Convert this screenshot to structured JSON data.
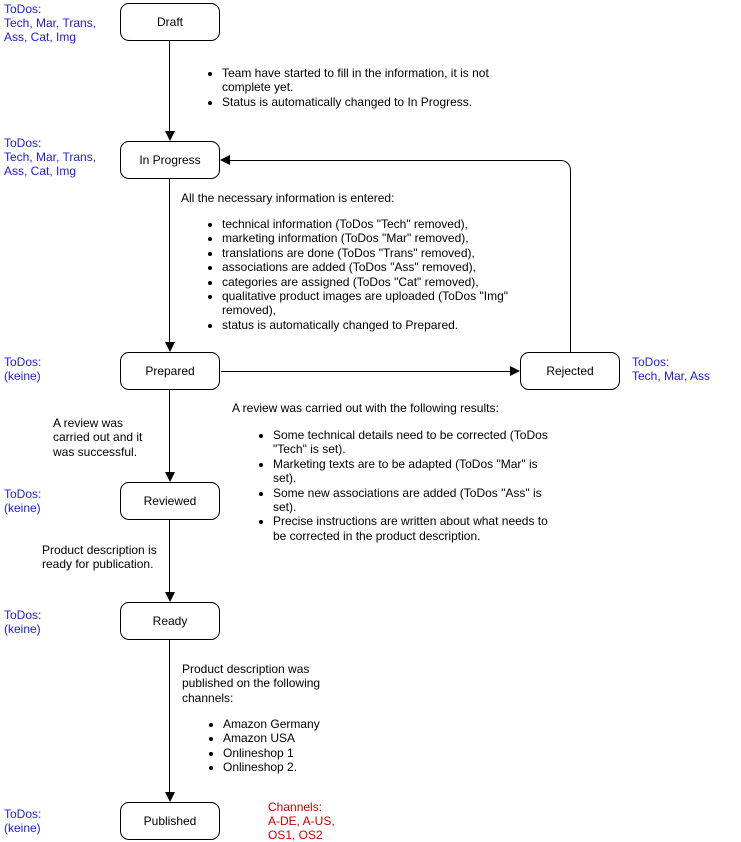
{
  "colors": {
    "todo_text": "#1d1ddc",
    "channels_text": "#cc0000",
    "stroke": "#000000"
  },
  "nodes": {
    "draft": {
      "label": "Draft"
    },
    "in_progress": {
      "label": "In Progress"
    },
    "prepared": {
      "label": "Prepared"
    },
    "rejected": {
      "label": "Rejected"
    },
    "reviewed": {
      "label": "Reviewed"
    },
    "ready": {
      "label": "Ready"
    },
    "published": {
      "label": "Published"
    }
  },
  "todos": {
    "draft": {
      "lines": [
        "ToDos:",
        "Tech, Mar, Trans,",
        "Ass, Cat, Img"
      ]
    },
    "in_progress": {
      "lines": [
        "ToDos:",
        "Tech, Mar, Trans,",
        "Ass, Cat, Img"
      ]
    },
    "prepared": {
      "lines": [
        "ToDos:",
        "(keine)"
      ]
    },
    "rejected": {
      "lines": [
        "ToDos:",
        "Tech, Mar, Ass"
      ]
    },
    "reviewed": {
      "lines": [
        "ToDos:",
        "(keine)"
      ]
    },
    "ready": {
      "lines": [
        "ToDos:",
        "(keine)"
      ]
    },
    "published": {
      "lines": [
        "ToDos:",
        "(keine)"
      ]
    }
  },
  "annotations": {
    "draft_note": {
      "items": [
        "Team have started to fill in the information, it is not complete yet.",
        "Status is automatically changed to In Progress."
      ]
    },
    "entered": {
      "intro": "All the necessary information is entered:",
      "items": [
        "technical information (ToDos \"Tech\" removed),",
        "marketing information (ToDos \"Mar\" removed),",
        "translations are done (ToDos \"Trans\" removed),",
        "associations are added (ToDos \"Ass\" removed),",
        "categories are assigned (ToDos \"Cat\" removed),",
        "qualitative product images are uploaded (ToDos \"Img\" removed),",
        "status is automatically changed to Prepared."
      ]
    },
    "review_rejected": {
      "intro": "A review was carried out with the following results:",
      "items": [
        "Some technical details need to be corrected (ToDos \"Tech\" is set).",
        "Marketing texts are to be adapted (ToDos \"Mar\" is set).",
        "Some new associations are added (ToDos \"Ass\" is set).",
        "Precise instructions are written about what needs to be corrected in the product description."
      ]
    },
    "review_success": "A review was carried out and it was successful.",
    "ready_note": "Product description is ready for publication.",
    "published_note": {
      "intro": "Product description was published on the following channels:",
      "items": [
        "Amazon Germany",
        "Amazon USA",
        "Onlineshop 1",
        "Onlineshop 2."
      ]
    },
    "channels": {
      "lines": [
        "Channels:",
        "A-DE, A-US,",
        "OS1, OS2"
      ]
    }
  }
}
